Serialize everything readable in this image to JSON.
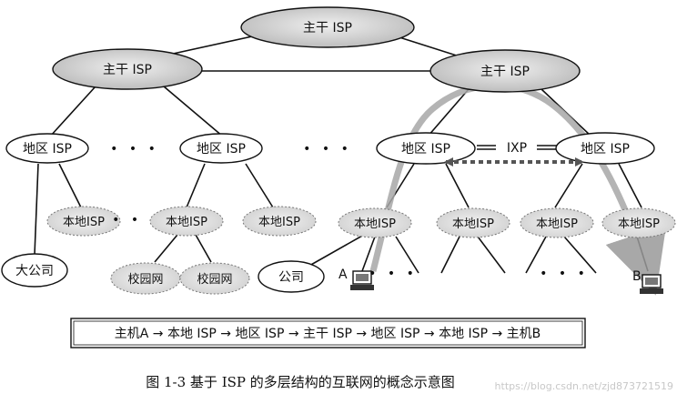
{
  "nodes": {
    "backbone_top": "主干 ISP",
    "backbone_left": "主干 ISP",
    "backbone_right": "主干 ISP",
    "region_1": "地区 ISP",
    "region_2": "地区 ISP",
    "region_3": "地区 ISP",
    "region_4": "地区 ISP",
    "local_1": "本地ISP",
    "local_2": "本地ISP",
    "local_3": "本地ISP",
    "local_4": "本地ISP",
    "local_5": "本地ISP",
    "local_6": "本地ISP",
    "local_7": "本地ISP",
    "big_company": "大公司",
    "campus_1": "校园网",
    "campus_2": "校园网",
    "company": "公司",
    "ixp": "IXP",
    "host_a": "A",
    "host_b": "B"
  },
  "ellipsis": {
    "dots_1": "• • •",
    "dots_2": "• • •",
    "dots_3": "• • •",
    "dots_4": "• • •",
    "dots_5": "• • •"
  },
  "path_box": "主机A → 本地 ISP → 地区 ISP → 主干 ISP → 地区 ISP → 本地 ISP → 主机B",
  "caption": "图 1-3   基于 ISP 的多层结构的互联网的概念示意图",
  "watermark": "https://blog.csdn.net/zjd873721519"
}
